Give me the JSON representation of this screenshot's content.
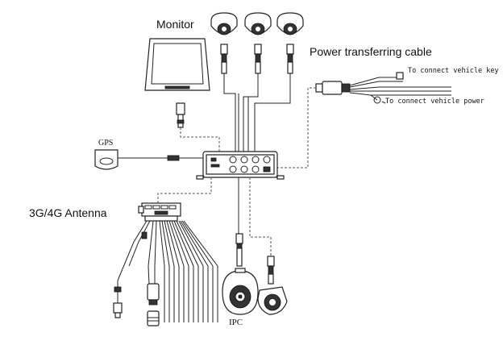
{
  "labels": {
    "monitor": "Monitor",
    "power_cable": "Power transferring cable",
    "vehicle_key": "To connect vehicle key",
    "vehicle_power": "To connect vehicle power",
    "gps": "GPS",
    "antenna": "3G/4G Antenna",
    "ipc": "IPC"
  },
  "colors": {
    "line": "#222222",
    "cable": "#555555",
    "body": "#ffffff",
    "text": "#111111"
  },
  "icons": {
    "monitor": "monitor-icon",
    "dome_camera": "dome-camera-icon",
    "dvr_unit": "dvr-unit-icon",
    "gps_module": "gps-module-icon",
    "antenna_connector": "antenna-connector-icon",
    "ipc_camera": "ipc-camera-icon"
  }
}
